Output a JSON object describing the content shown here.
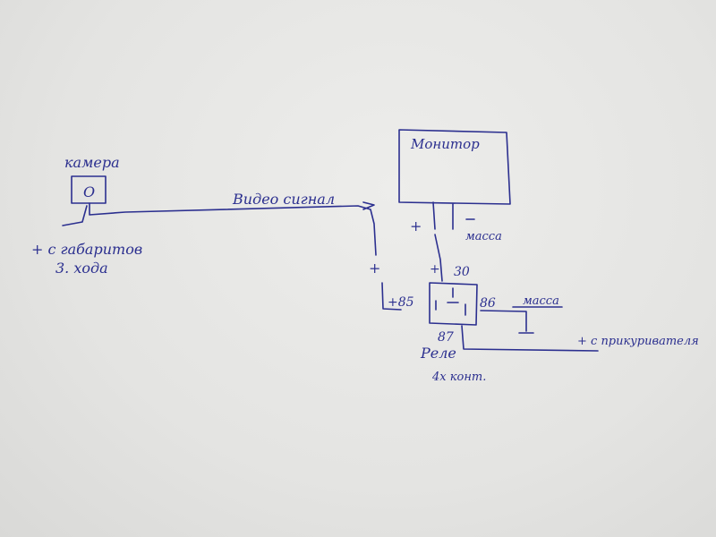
{
  "labels": {
    "camera": "камера",
    "camera_symbol": "O",
    "video_signal": "Видео сигнал",
    "power_source_line1": "+ с габаритов",
    "power_source_line2": "3. хода",
    "monitor": "Монитор",
    "monitor_plus": "+",
    "monitor_ground": "масса",
    "wire_plus": "+",
    "relay_pin_85": "+85",
    "relay_plus_30": "+",
    "relay_pin_30": "30",
    "relay_pin_86": "86",
    "relay_ground": "масса",
    "relay_pin_87": "87",
    "relay_name": "Реле",
    "relay_contacts": "4х конт.",
    "ignition_feed": "+ с прикуривателя"
  },
  "colors": {
    "ink": "#2b2f8f",
    "paper": "#e6e6e4"
  }
}
